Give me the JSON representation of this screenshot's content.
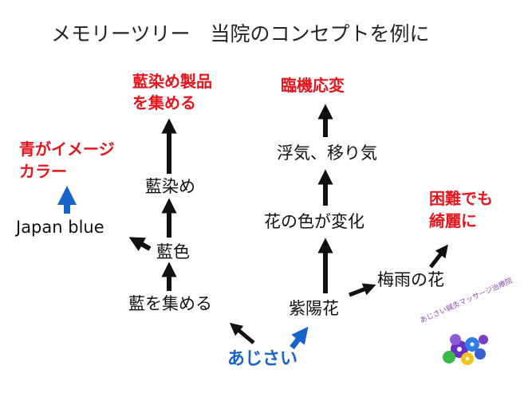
{
  "title": "メモリーツリー　当院のコンセプトを例に",
  "nodes": {
    "ajisai": "あじさい",
    "ai_wo_atsumeru": "藍を集める",
    "aiiro": "藍色",
    "aizome": "藍染め",
    "aizome_goal_line1": "藍染め製品",
    "aizome_goal_line2": "を集める",
    "japan_blue": "Japan blue",
    "blue_goal_line1": "青がイメージ",
    "blue_goal_line2": "カラー",
    "shiyouka": "紫陽花",
    "hana_no_iro": "花の色が変化",
    "uwaki": "浮気、移り気",
    "rinki": "臨機応変",
    "tsuyu": "梅雨の花",
    "konnan_line1": "困難でも",
    "konnan_line2": "綺麗に"
  },
  "logo": {
    "text": "あじさい鍼灸マッサージ治療院"
  },
  "colors": {
    "goal": "#e8141c",
    "root": "#1763c9",
    "arrow": "#111111",
    "blue_arrow": "#1763c9"
  }
}
